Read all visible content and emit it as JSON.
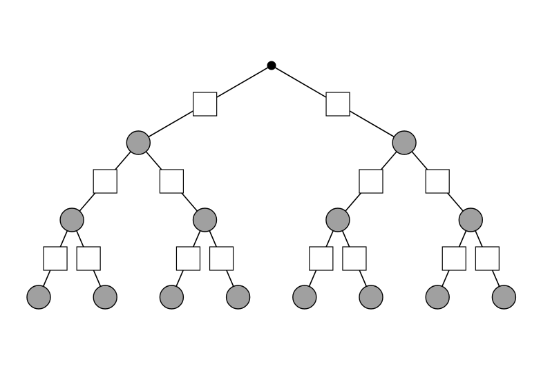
{
  "colors": {
    "edge": "#000000",
    "root_fill": "#000000",
    "chance_node_fill": "#a0a0a0",
    "decision_node_fill": "#ffffff",
    "stroke": "#000000"
  },
  "tree": {
    "root_type": "dot",
    "levels": 3,
    "branching": 2,
    "edge_node_type": "square",
    "child_node_type": "circle"
  }
}
